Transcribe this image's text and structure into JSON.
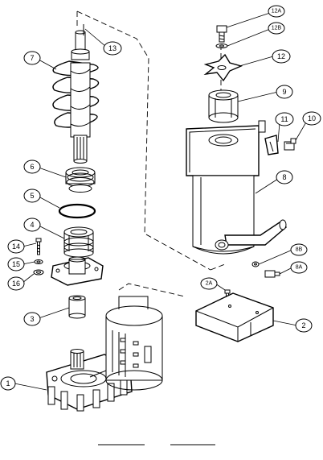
{
  "diagram": {
    "callouts": {
      "c1": "1",
      "c2": "2",
      "c2a": "2A",
      "c3": "3",
      "c4": "4",
      "c5": "5",
      "c6": "6",
      "c7": "7",
      "c8": "8",
      "c8a": "8A",
      "c8b": "8B",
      "c9": "9",
      "c10": "10",
      "c11": "11",
      "c12": "12",
      "c12a": "12A",
      "c12b": "12B",
      "c13": "13",
      "c14": "14",
      "c15": "15",
      "c16": "16"
    }
  }
}
